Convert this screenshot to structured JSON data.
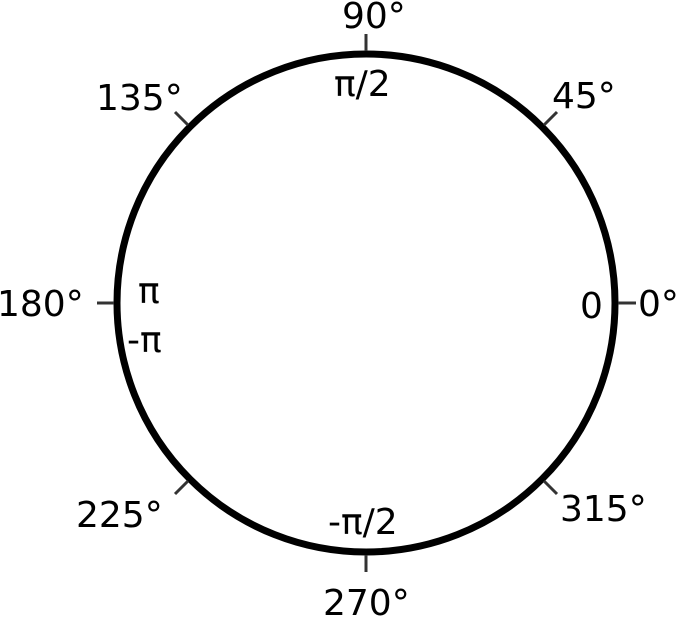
{
  "degree_labels": {
    "deg_0": "0°",
    "deg_45": "45°",
    "deg_90": "90°",
    "deg_135": "135°",
    "deg_180": "180°",
    "deg_225": "225°",
    "deg_270": "270°",
    "deg_315": "315°"
  },
  "radian_labels": {
    "rad_0": "0",
    "rad_half_pi": "π/2",
    "rad_pi": "π",
    "rad_neg_pi": "-π",
    "rad_neg_half_pi": "-π/2"
  },
  "colors": {
    "stroke": "#000000",
    "tick": "#333333",
    "background": "#ffffff"
  }
}
